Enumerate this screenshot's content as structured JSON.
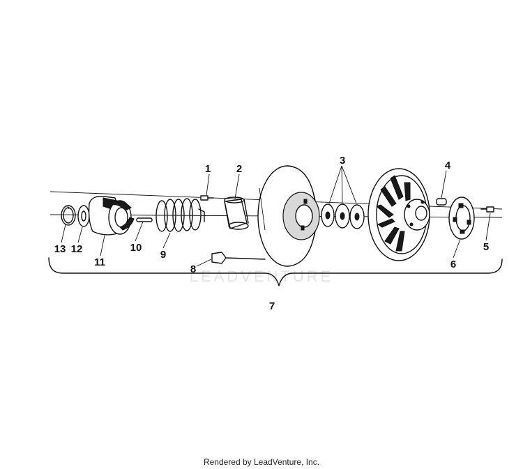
{
  "watermark": "LEADVENTURE",
  "footer": "Rendered by LeadVenture, Inc.",
  "callouts": {
    "c1": "1",
    "c2": "2",
    "c3": "3",
    "c4": "4",
    "c5": "5",
    "c6": "6",
    "c7": "7",
    "c8": "8",
    "c9": "9",
    "c10": "10",
    "c11": "11",
    "c12": "12",
    "c13": "13"
  }
}
